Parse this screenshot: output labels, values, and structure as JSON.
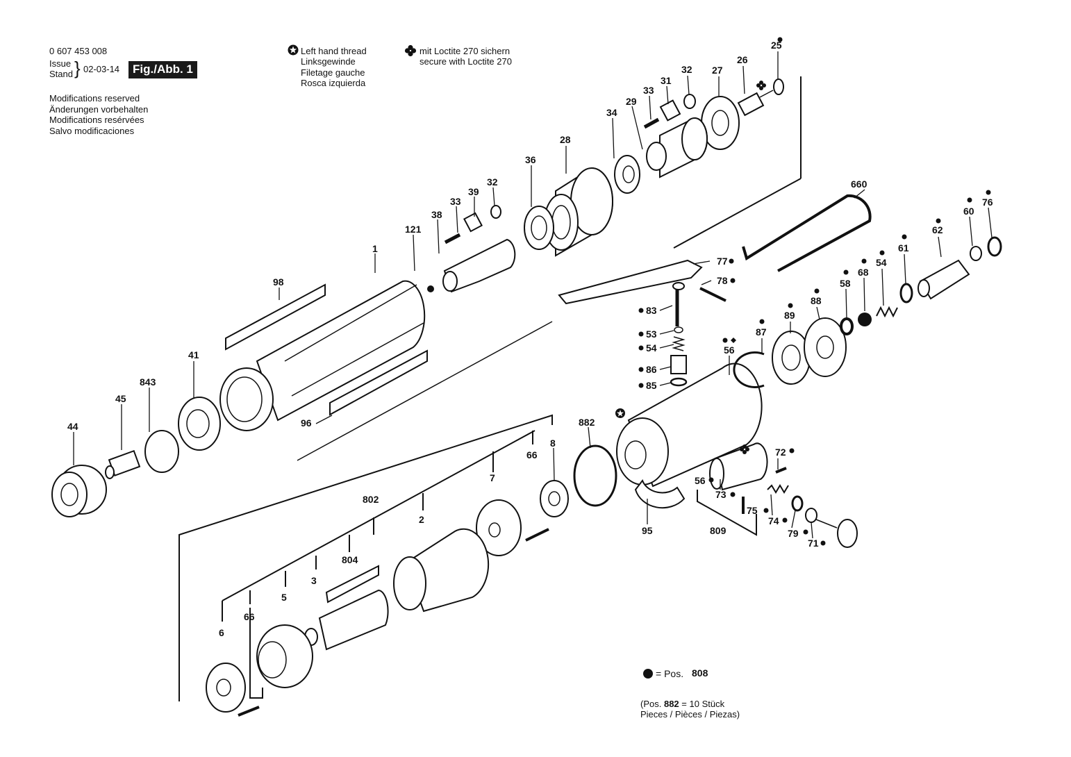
{
  "header": {
    "part_number": "0 607 453 008",
    "issue_label": "Issue",
    "stand_label": "Stand",
    "date": "02-03-14",
    "figure": "Fig./Abb. 1",
    "modifications": [
      "Modifications reserved",
      "Änderungen vorbehalten",
      "Modifications resérvées",
      "Salvo modificaciones"
    ]
  },
  "legend": {
    "left_hand_thread": [
      "Left hand thread",
      "Linksgewinde",
      "Filetage gauche",
      "Rosca izquierda"
    ],
    "loctite": [
      "mit Loctite 270 sichern",
      "secure with Loctite 270"
    ],
    "pos_prefix": "= Pos.",
    "pos_value": "808",
    "pieces_line1_a": "(Pos.",
    "pieces_line1_b": "882",
    "pieces_line1_c": "= 10 Stück",
    "pieces_line2": "Pieces / Pièces / Piezas)"
  },
  "labels": {
    "l1": "1",
    "l2": "2",
    "l3": "3",
    "l5": "5",
    "l6": "6",
    "l7": "7",
    "l8": "8",
    "l25": "25",
    "l26": "26",
    "l27": "27",
    "l28": "28",
    "l29": "29",
    "l31": "31",
    "l32a": "32",
    "l32b": "32",
    "l33a": "33",
    "l33b": "33",
    "l34": "34",
    "l36": "36",
    "l38": "38",
    "l39": "39",
    "l41": "41",
    "l44": "44",
    "l45": "45",
    "l53": "53",
    "l54a": "54",
    "l54b": "54",
    "l56a": "56",
    "l56b": "56",
    "l58": "58",
    "l60": "60",
    "l61": "61",
    "l62": "62",
    "l66a": "66",
    "l66b": "66",
    "l68": "68",
    "l71": "71",
    "l72": "72",
    "l73": "73",
    "l74": "74",
    "l75": "75",
    "l76": "76",
    "l77": "77",
    "l78": "78",
    "l79": "79",
    "l83": "83",
    "l85": "85",
    "l86": "86",
    "l87": "87",
    "l88": "88",
    "l89": "89",
    "l95": "95",
    "l96": "96",
    "l98": "98",
    "l121": "121",
    "l660": "660",
    "l802": "802",
    "l804": "804",
    "l809": "809",
    "l843": "843",
    "l882": "882"
  }
}
